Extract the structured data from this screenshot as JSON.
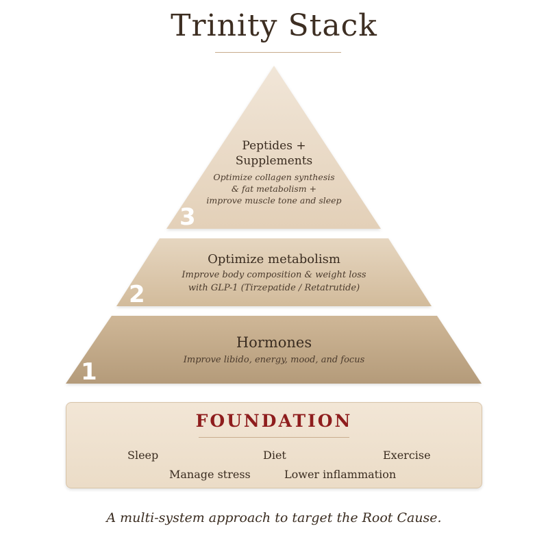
{
  "title": "Trinity Stack",
  "tiers": [
    {
      "number": "3",
      "title_line1": "Peptides +",
      "title_line2": "Supplements",
      "desc_line1": "Optimize collagen synthesis",
      "desc_line2": "& fat metabolism +",
      "desc_line3": "improve muscle tone and sleep"
    },
    {
      "number": "2",
      "title": "Optimize metabolism",
      "desc_line1": "Improve body composition & weight loss",
      "desc_line2": "with GLP-1 (Tirzepatide / Retatrutide)"
    },
    {
      "number": "1",
      "title": "Hormones",
      "desc": "Improve libido, energy, mood, and focus"
    }
  ],
  "foundation": {
    "title": "FOUNDATION",
    "items": [
      "Sleep",
      "Diet",
      "Exercise",
      "Manage stress",
      "Lower inflammation"
    ]
  },
  "tagline": "A multi-system approach to target the Root Cause.",
  "colors": {
    "foundation_title": "#8e1d1d",
    "tier_top": "#f0e3d2",
    "tier_mid": "#dcc6a8",
    "tier_bottom": "#b89f7f"
  }
}
